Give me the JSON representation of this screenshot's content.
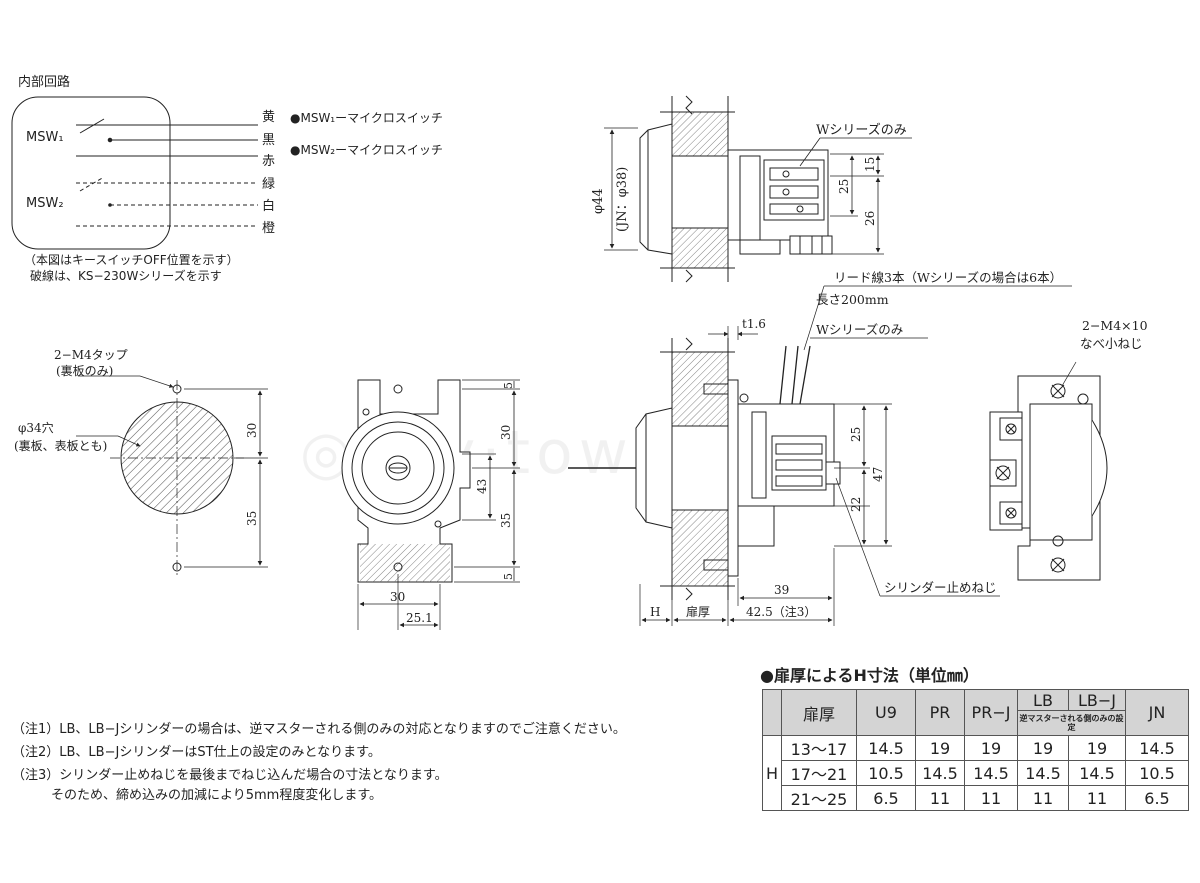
{
  "circuit": {
    "title": "内部回路",
    "msw1": "MSW₁",
    "msw2": "MSW₂",
    "wires": [
      "黄",
      "黒",
      "赤",
      "緑",
      "白",
      "橙"
    ],
    "note_line1": "（本図はキースイッチOFF位置を示す）",
    "note_line2": "破線は、KS−230Wシリーズを示す"
  },
  "legend": {
    "item1": "●MSW₁ーマイクロスイッチ",
    "item2": "●MSW₂ーマイクロスイッチ"
  },
  "side_top": {
    "label_w": "Wシリーズのみ",
    "dia": "φ44",
    "dia_jn": "(JN：φ38)",
    "dim_15": "15",
    "dim_25": "25",
    "dim_26": "26"
  },
  "cutout": {
    "tap_label1": "2−M4タップ",
    "tap_label2": "(裏板のみ)",
    "hole_label1": "φ34穴",
    "hole_label2": "(裏板、表板とも)",
    "dim_30": "30",
    "dim_35": "35"
  },
  "front": {
    "dim_5a": "5",
    "dim_30": "30",
    "dim_43": "43",
    "dim_35": "35",
    "dim_5b": "5",
    "dim_w30": "30",
    "dim_w25": "25.1"
  },
  "side_main": {
    "lead1": "リード線3本（Wシリーズの場合は6本）",
    "lead2": "長さ200mm",
    "t16": "t1.6",
    "w_only": "Wシリーズのみ",
    "dim_25": "25",
    "dim_47": "47",
    "dim_22": "22",
    "dim_39": "39",
    "dim_h": "H",
    "dim_door": "扉厚",
    "dim_425": "42.5（注3）",
    "screw": "シリンダー止めねじ"
  },
  "back": {
    "screw1": "2−M4×10",
    "screw2": "なべ小ねじ"
  },
  "notes": [
    "（注1）LB、LB−Jシリンダーの場合は、逆マスターされる側のみの対応となりますのでご注意ください。",
    "（注2）LB、LB−JシリンダーはST仕上の設定のみとなります。",
    "（注3）シリンダー止めねじを最後までねじ込んだ場合の寸法となります。",
    "　　　そのため、締め込みの加減により5mm程度変化します。"
  ],
  "htable": {
    "title": "●扉厚によるH寸法（単位㎜）",
    "headers": [
      "扉厚",
      "U9",
      "PR",
      "PR−J",
      "LB",
      "LB−J",
      "JN"
    ],
    "lb_note": "逆マスターされる側のみの設定",
    "row_label": "H",
    "rows": [
      [
        "13〜17",
        "14.5",
        "19",
        "19",
        "19",
        "19",
        "14.5"
      ],
      [
        "17〜21",
        "10.5",
        "14.5",
        "14.5",
        "14.5",
        "14.5",
        "10.5"
      ],
      [
        "21〜25",
        "6.5",
        "11",
        "11",
        "11",
        "11",
        "6.5"
      ]
    ]
  },
  "colors": {
    "line": "#222222",
    "hatch": "#555555",
    "table_head": "#d4d4d4"
  }
}
